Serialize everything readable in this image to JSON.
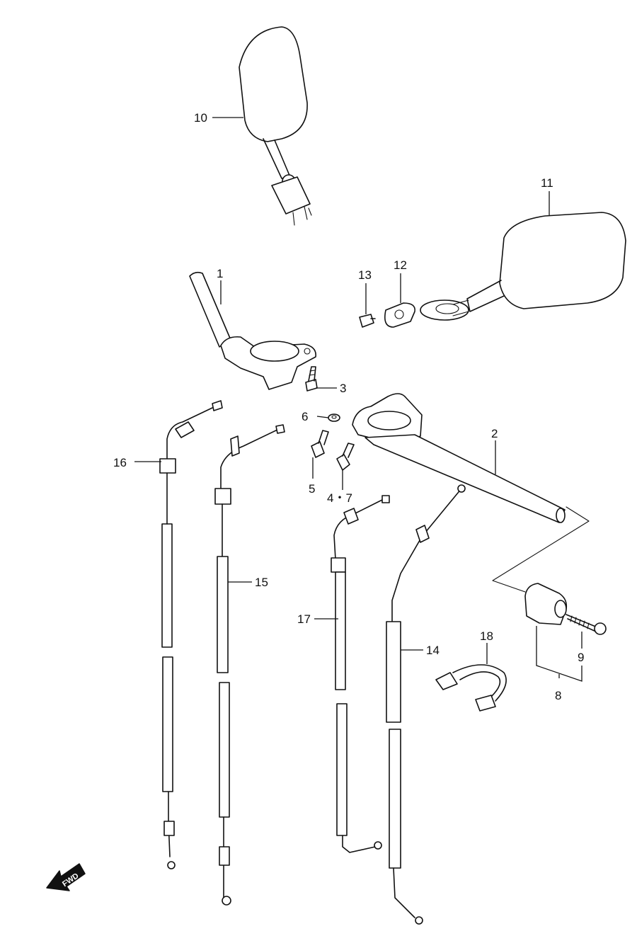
{
  "callouts": {
    "c1": "1",
    "c2": "2",
    "c3": "3",
    "c4_7": "4・7",
    "c5": "5",
    "c6": "6",
    "c8": "8",
    "c9": "9",
    "c10": "10",
    "c11": "11",
    "c12": "12",
    "c13": "13",
    "c14": "14",
    "c15": "15",
    "c16": "16",
    "c17": "17",
    "c18": "18"
  },
  "fwd_label": "FWD",
  "icons": {
    "fwd": "arrow-left-icon"
  }
}
